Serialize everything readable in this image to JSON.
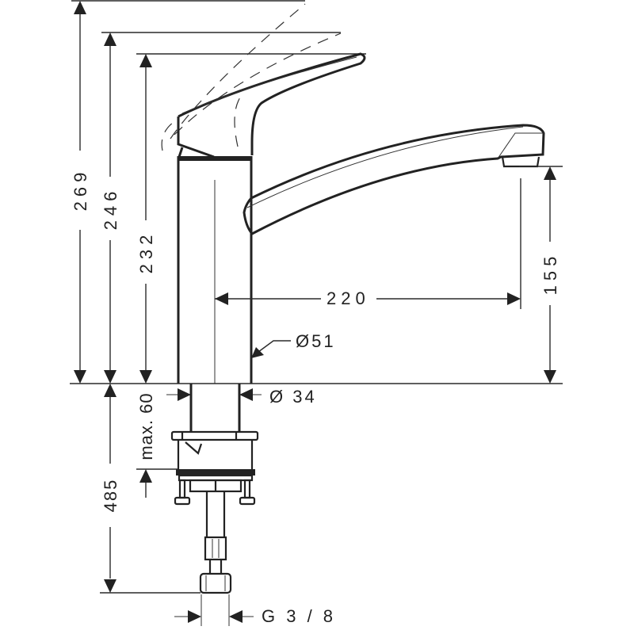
{
  "drawing": {
    "subject": "Kitchen faucet dimension drawing",
    "units": "mm",
    "colors": {
      "line": "#222222",
      "background": "#ffffff"
    }
  },
  "dimensions": {
    "overall_height_lever_open": "269",
    "height_lever_mid": "246",
    "height_lever_closed": "232",
    "spout_reach": "220",
    "spout_clearance_height": "155",
    "body_diameter": "Ø51",
    "shank_diameter": "Ø 34",
    "max_counter_thickness": "max. 60",
    "hose_length": "485",
    "connection_thread": "G 3 / 8"
  }
}
